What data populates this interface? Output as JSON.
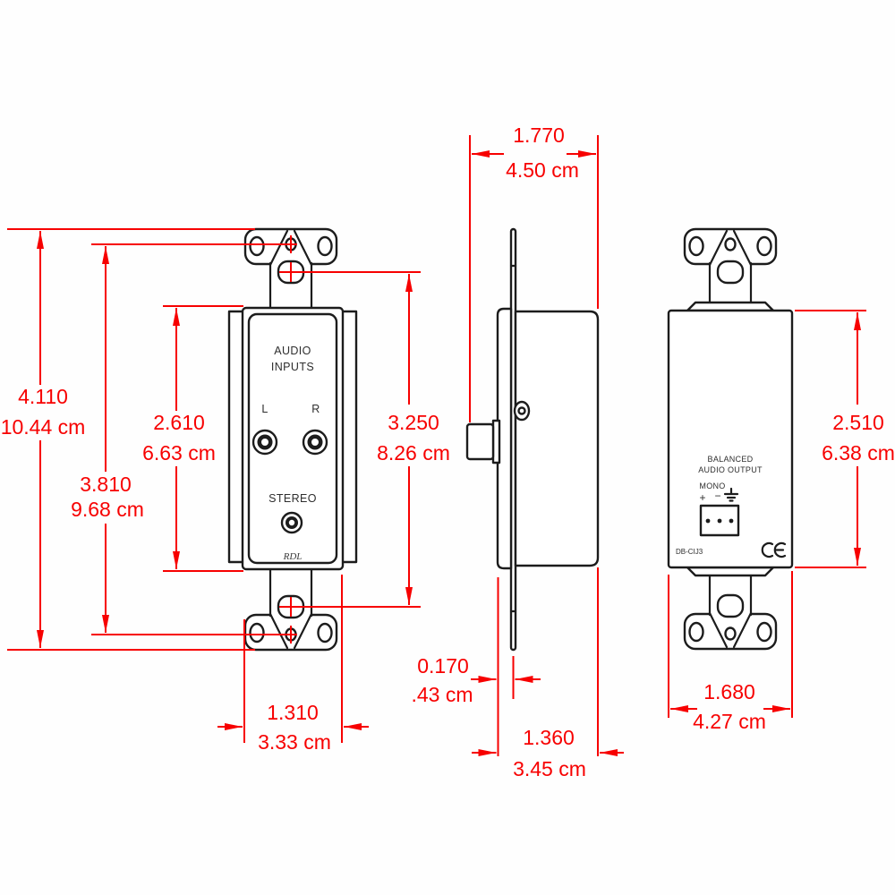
{
  "colors": {
    "dimension_red": "#f70000",
    "line_black": "#1c1c1c"
  },
  "front_view": {
    "label_line1": "AUDIO",
    "label_line2": "INPUTS",
    "jack_left_label": "L",
    "jack_right_label": "R",
    "stereo_label": "STEREO",
    "brand": "RDL"
  },
  "back_view": {
    "output_label_line1": "BALANCED",
    "output_label_line2": "AUDIO OUTPUT",
    "mono_label": "MONO",
    "terminal_plus": "+",
    "terminal_minus": "−",
    "model": "DB-CIJ3"
  },
  "dimensions": {
    "overall_height": {
      "inches": "4.110",
      "metric": "10.44 cm"
    },
    "mounting_hole_spacing": {
      "inches": "3.810",
      "metric": "9.68 cm"
    },
    "plate_height": {
      "inches": "2.610",
      "metric": "6.63 cm"
    },
    "slot_spacing": {
      "inches": "3.250",
      "metric": "8.26 cm"
    },
    "plate_width": {
      "inches": "1.310",
      "metric": "3.33 cm"
    },
    "overall_depth": {
      "inches": "1.770",
      "metric": "4.50 cm"
    },
    "plate_thickness": {
      "inches": "0.170",
      "metric": ".43 cm"
    },
    "enclosure_depth": {
      "inches": "1.360",
      "metric": "3.45 cm"
    },
    "enclosure_height": {
      "inches": "2.510",
      "metric": "6.38 cm"
    },
    "enclosure_width": {
      "inches": "1.680",
      "metric": "4.27 cm"
    }
  }
}
